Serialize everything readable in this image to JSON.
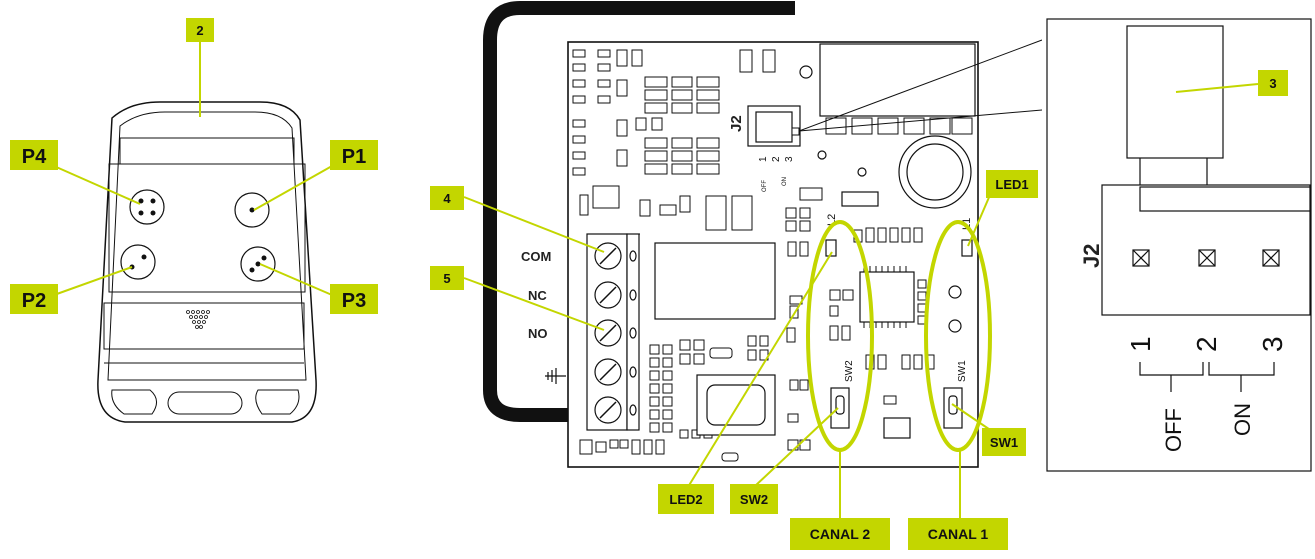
{
  "callouts": {
    "p4": "P4",
    "p1": "P1",
    "p2": "P2",
    "p3": "P3",
    "n2": "2",
    "n3": "3",
    "n4": "4",
    "n5": "5",
    "led1": "LED1",
    "led2": "LED2",
    "sw1": "SW1",
    "sw2": "SW2",
    "canal1": "CANAL 1",
    "canal2": "CANAL 2"
  },
  "board": {
    "terminals": [
      "COM",
      "NC",
      "NO"
    ],
    "jumper_label": "J2",
    "jumper_pins": [
      "1",
      "2",
      "3"
    ],
    "jumper_small_labels": [
      "OFF",
      "ON"
    ],
    "switch_labels": [
      "SW2",
      "SW1"
    ],
    "led_labels": [
      "L2",
      "L1"
    ]
  },
  "detail": {
    "jumper_label": "J2",
    "pins": [
      "1",
      "2",
      "3"
    ],
    "positions": [
      "OFF",
      "ON"
    ]
  },
  "colors": {
    "callout_fill": "#c3d600",
    "lines": "#111111"
  }
}
